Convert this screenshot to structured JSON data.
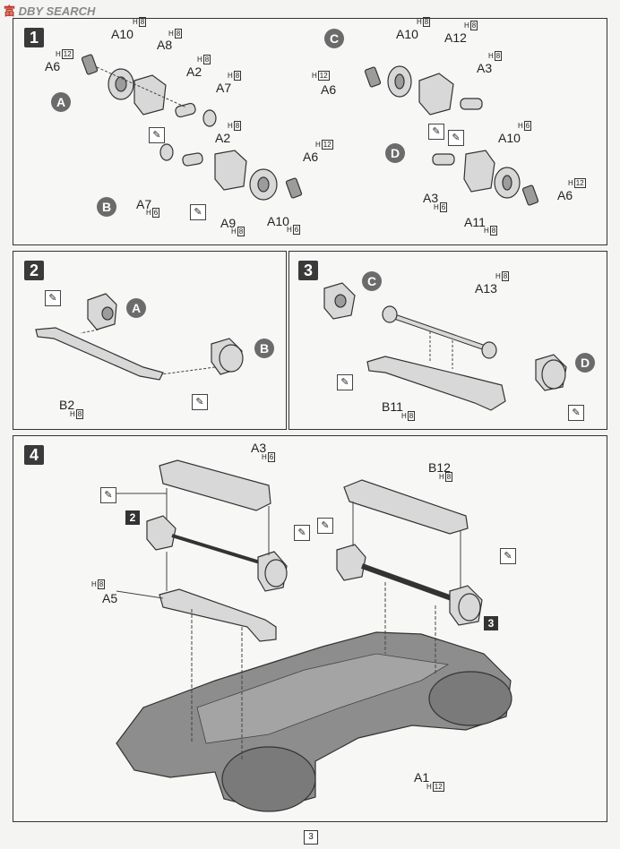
{
  "watermark": {
    "mark": "富",
    "brand": "DBY SEARCH"
  },
  "page_number": "3",
  "steps": [
    {
      "number": "1"
    },
    {
      "number": "2"
    },
    {
      "number": "3"
    },
    {
      "number": "4"
    }
  ],
  "grade": "H",
  "step1": {
    "labels": {
      "a10_top": "A10",
      "a8": "A8",
      "a6_left": "A6",
      "a2_top": "A2",
      "a7_top": "A7",
      "a10_c": "A10",
      "a12": "A12",
      "a6_c": "A6",
      "a3_c": "A3",
      "a2_b": "A2",
      "a6_b": "A6",
      "a7_b": "A7",
      "a9": "A9",
      "a10_b": "A10",
      "a10_d": "A10",
      "a3_d": "A3",
      "a11": "A11",
      "a6_d": "A6"
    },
    "hardness": {
      "a10_top": "8",
      "a8": "8",
      "a6_left": "12",
      "a2_top": "8",
      "a7_top": "8",
      "a10_c": "8",
      "a12": "8",
      "a6_c": "12",
      "a3_c": "8",
      "a2_b": "8",
      "a6_b": "12",
      "a7_b": "6",
      "a9": "8",
      "a10_b": "6",
      "a10_d": "6",
      "a3_d": "6",
      "a11": "8",
      "a6_d": "12"
    },
    "subassemblies": [
      "A",
      "B",
      "C",
      "D"
    ]
  },
  "step2": {
    "labels": {
      "b2": "B2"
    },
    "hardness": {
      "b2": "8"
    },
    "refs": [
      "A",
      "B"
    ]
  },
  "step3": {
    "labels": {
      "a13": "A13",
      "b11": "B11"
    },
    "hardness": {
      "a13": "8",
      "b11": "8"
    },
    "refs": [
      "C",
      "D"
    ]
  },
  "step4": {
    "labels": {
      "a3": "A3",
      "b12": "B12",
      "a5": "A5",
      "a1": "A1"
    },
    "hardness": {
      "a3": "6",
      "b12": "8",
      "a5": "8",
      "a1": "12"
    },
    "refs": [
      "2",
      "3"
    ]
  },
  "glue_icon": "cement-icon",
  "colors": {
    "panel_border": "#333333",
    "badge": "#3a3a3a",
    "circle": "#6b6b6b"
  }
}
